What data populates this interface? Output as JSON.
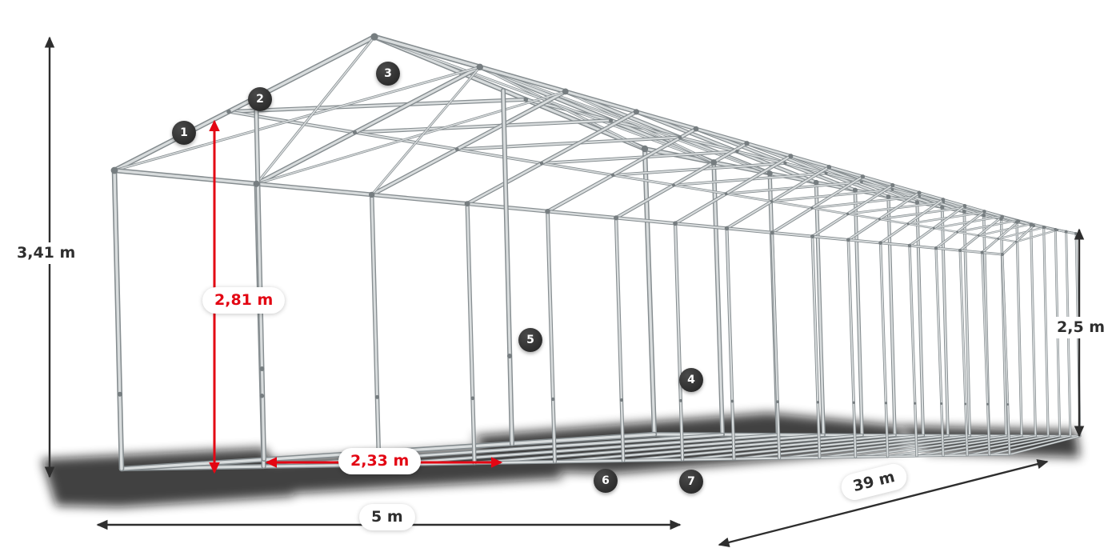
{
  "diagram": {
    "markers": [
      "1",
      "2",
      "3",
      "4",
      "5",
      "6",
      "7"
    ],
    "dimensions": {
      "total_height": "3,41 m",
      "clear_height": "2,81 m",
      "side_height": "2,5 m",
      "post_spacing": "2,33 m",
      "width": "5 m",
      "length": "39 m"
    },
    "colors": {
      "accent_red": "#e30613",
      "dimension_black": "#2e2e2e",
      "marker_bg": "#2b2b2b",
      "frame_outer": "#868d90",
      "frame_inner": "#d8dcdd",
      "joint_gray": "#767d80",
      "background": "#ffffff"
    }
  }
}
